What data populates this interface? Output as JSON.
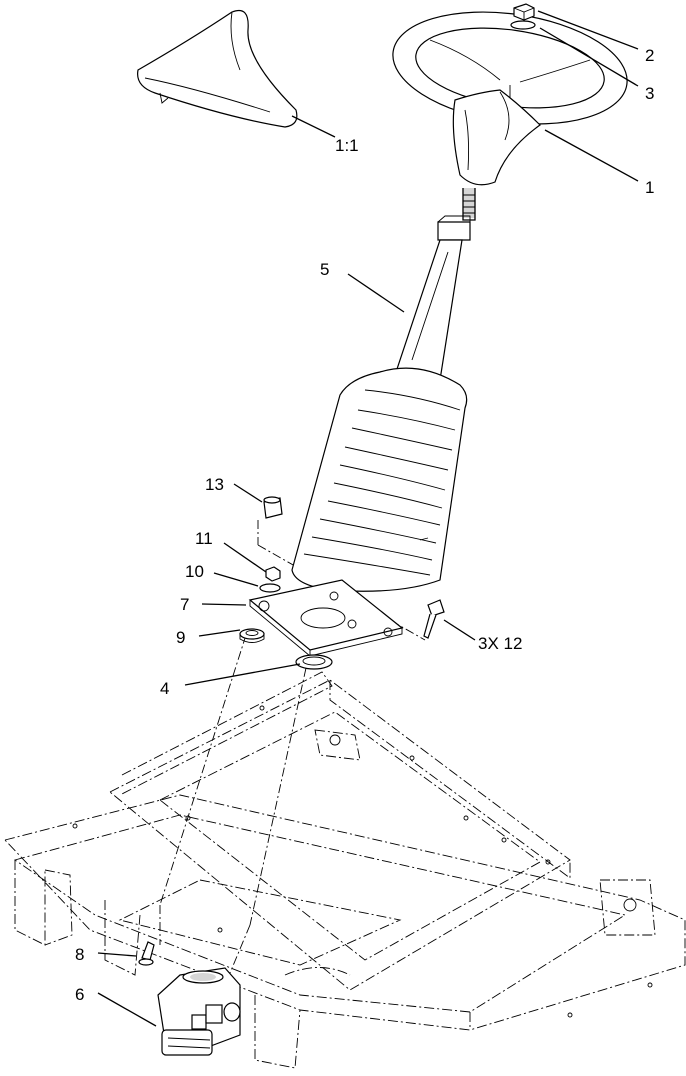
{
  "callouts": {
    "c1_1": "1:1",
    "c1": "1",
    "c2": "2",
    "c3": "3",
    "c4": "4",
    "c5": "5",
    "c6": "6",
    "c7": "7",
    "c8": "8",
    "c9": "9",
    "c10": "10",
    "c11": "11",
    "c12": "3X 12",
    "c13": "13"
  }
}
